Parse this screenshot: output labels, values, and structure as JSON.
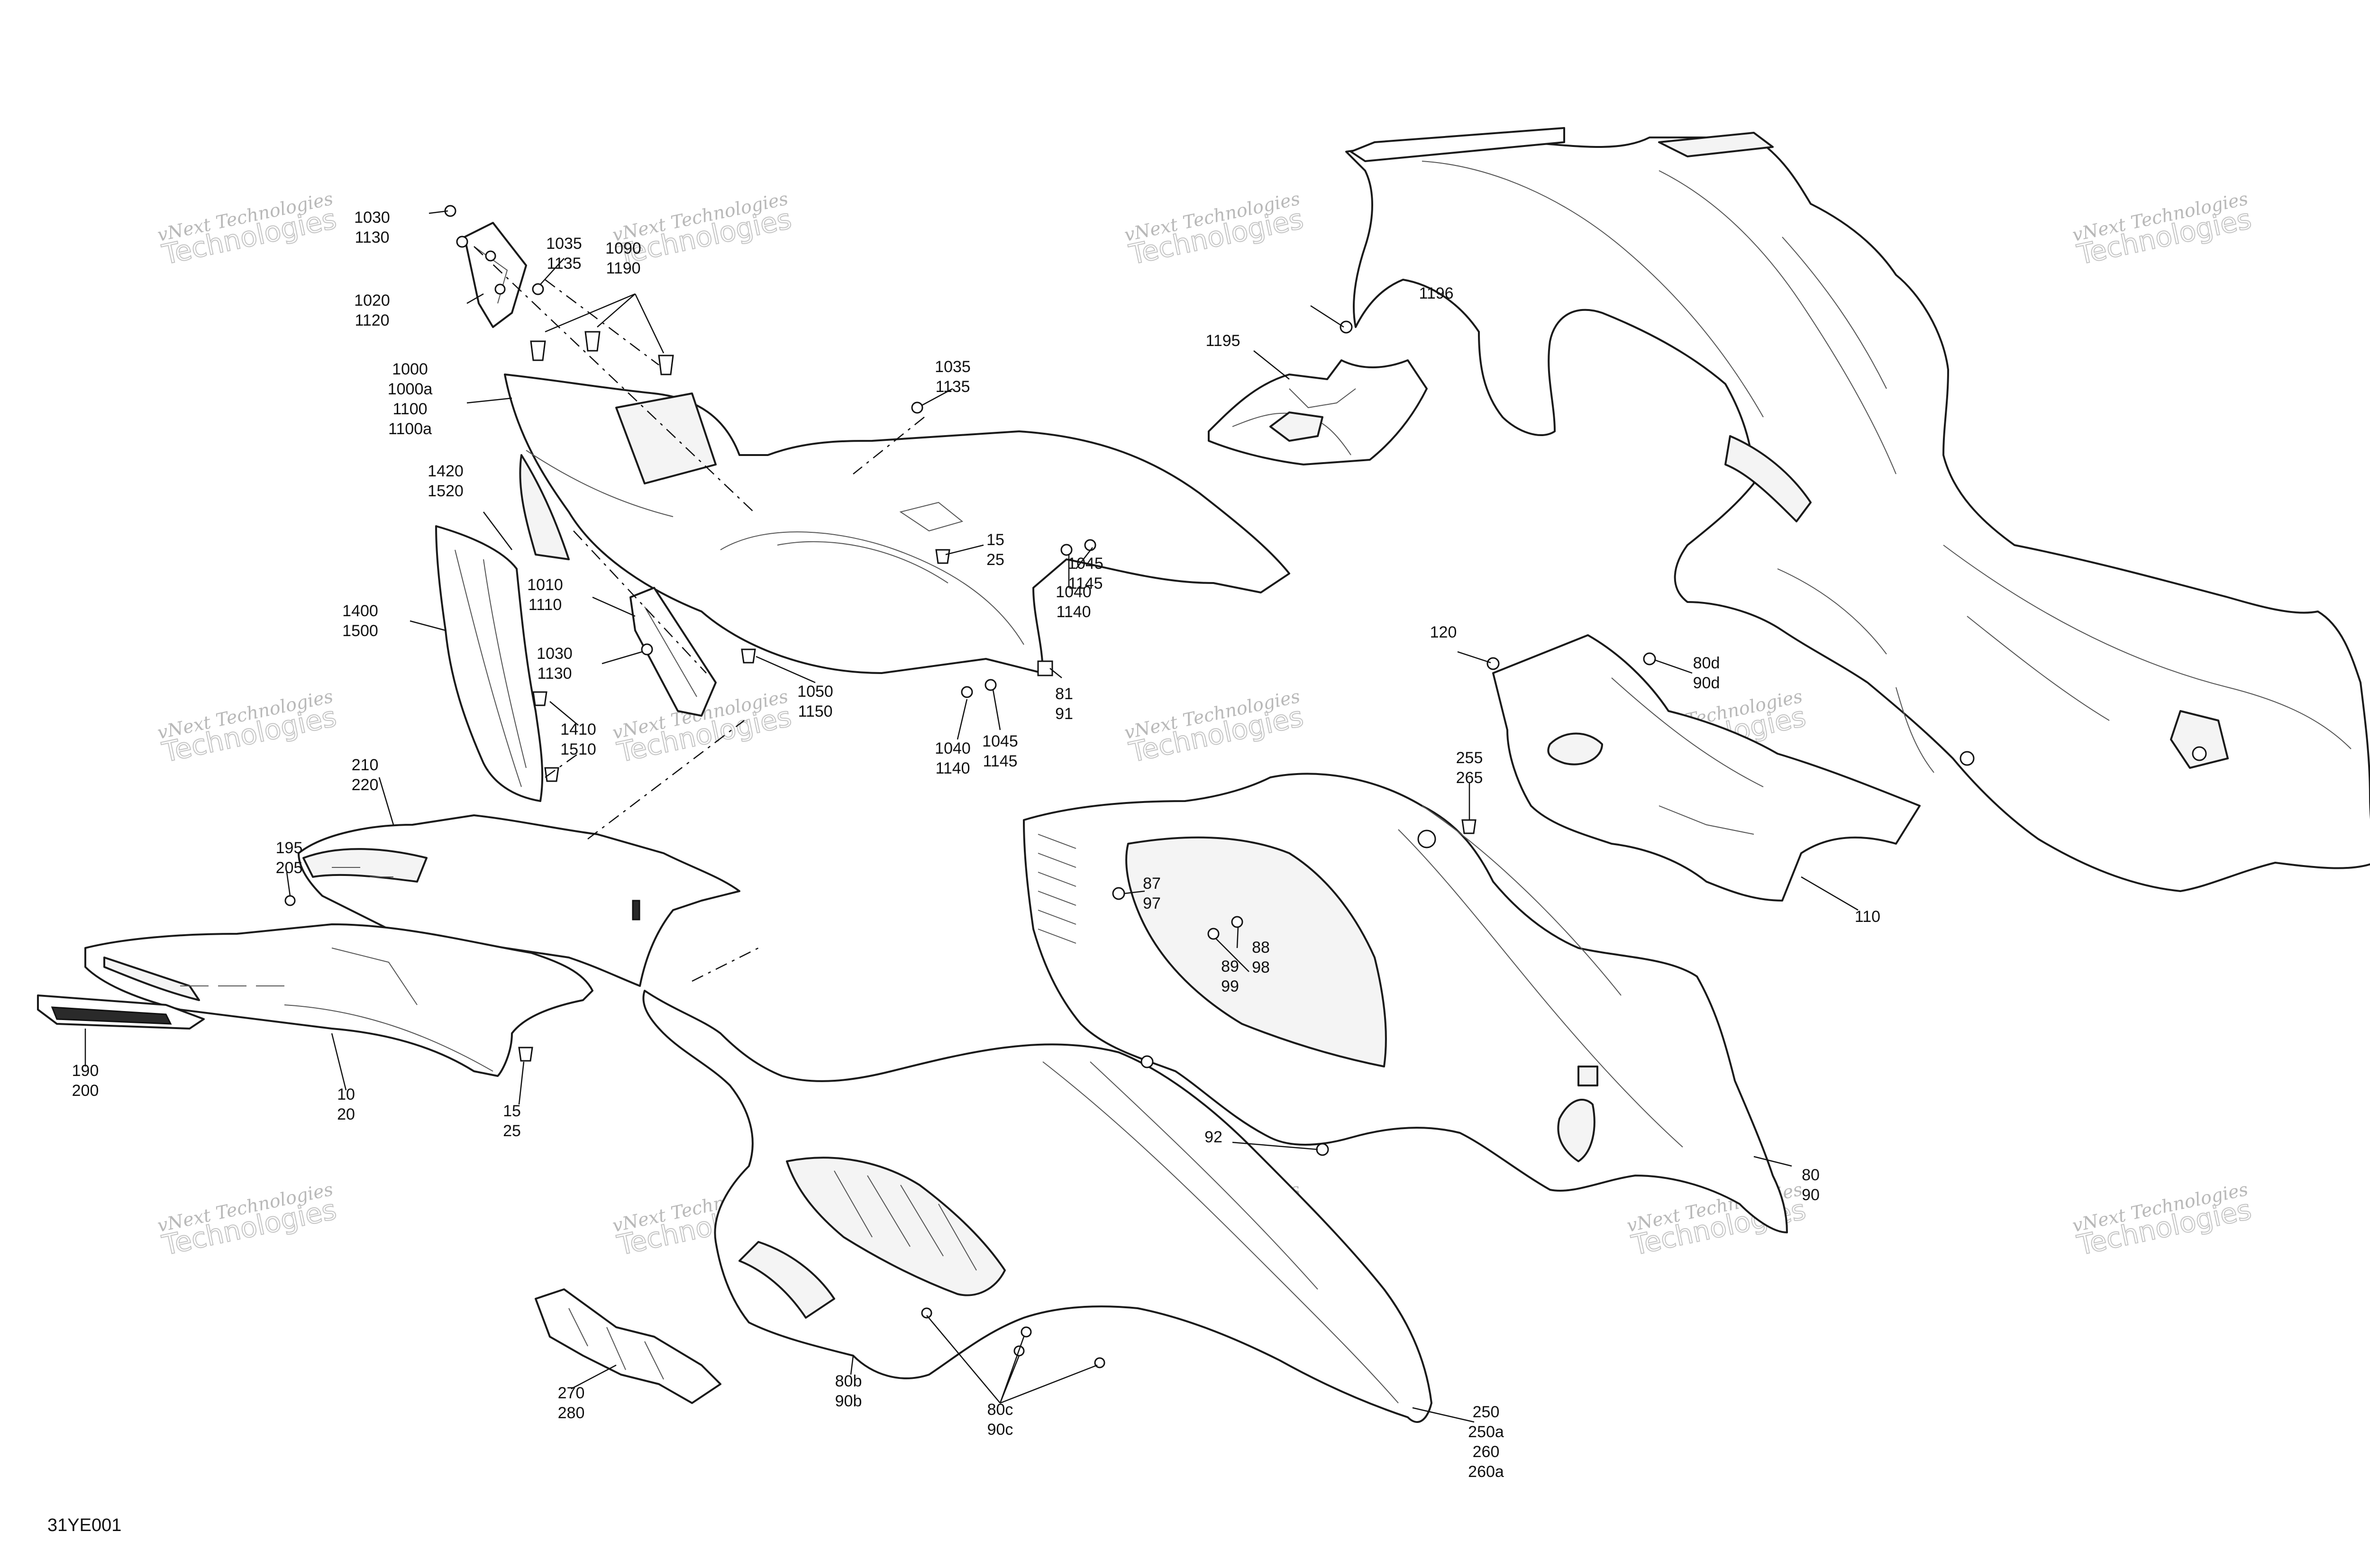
{
  "diagram_code": "31YE001",
  "watermark": {
    "line1": "vNext Technologies",
    "line2": "Technologies"
  },
  "callouts": [
    {
      "id": "c-1030-1130-top",
      "lines": [
        "1030",
        "1130"
      ]
    },
    {
      "id": "c-1035-1135-top",
      "lines": [
        "1035",
        "1135"
      ]
    },
    {
      "id": "c-1020-1120",
      "lines": [
        "1020",
        "1120"
      ]
    },
    {
      "id": "c-1090-1190",
      "lines": [
        "1090",
        "1190"
      ]
    },
    {
      "id": "c-1000",
      "lines": [
        "1000",
        "1000a",
        "1100",
        "1100a"
      ]
    },
    {
      "id": "c-1035-1135-mid",
      "lines": [
        "1035",
        "1135"
      ]
    },
    {
      "id": "c-1420-1520",
      "lines": [
        "1420",
        "1520"
      ]
    },
    {
      "id": "c-15-25-top",
      "lines": [
        "15",
        "25"
      ]
    },
    {
      "id": "c-1045-1145-top",
      "lines": [
        "1045",
        "1145"
      ]
    },
    {
      "id": "c-1040-1140-top",
      "lines": [
        "1040",
        "1140"
      ]
    },
    {
      "id": "c-1010-1110",
      "lines": [
        "1010",
        "1110"
      ]
    },
    {
      "id": "c-1400-1500",
      "lines": [
        "1400",
        "1500"
      ]
    },
    {
      "id": "c-1030-1130-mid",
      "lines": [
        "1030",
        "1130"
      ]
    },
    {
      "id": "c-1050-1150",
      "lines": [
        "1050",
        "1150"
      ]
    },
    {
      "id": "c-81-91",
      "lines": [
        "81",
        "91"
      ]
    },
    {
      "id": "c-1040-1140-low",
      "lines": [
        "1040",
        "1140"
      ]
    },
    {
      "id": "c-1045-1145-low",
      "lines": [
        "1045",
        "1145"
      ]
    },
    {
      "id": "c-1410-1510",
      "lines": [
        "1410",
        "1510"
      ]
    },
    {
      "id": "c-1196",
      "lines": [
        "1196"
      ]
    },
    {
      "id": "c-1195",
      "lines": [
        "1195"
      ]
    },
    {
      "id": "c-120",
      "lines": [
        "120"
      ]
    },
    {
      "id": "c-80d-90d",
      "lines": [
        "80d",
        "90d"
      ]
    },
    {
      "id": "c-255-265",
      "lines": [
        "255",
        "265"
      ]
    },
    {
      "id": "c-110",
      "lines": [
        "110"
      ]
    },
    {
      "id": "c-210-220",
      "lines": [
        "210",
        "220"
      ]
    },
    {
      "id": "c-195-205",
      "lines": [
        "195",
        "205"
      ]
    },
    {
      "id": "c-87-97",
      "lines": [
        "87",
        "97"
      ]
    },
    {
      "id": "c-88-98",
      "lines": [
        "88",
        "98"
      ]
    },
    {
      "id": "c-89-99",
      "lines": [
        "89",
        "99"
      ]
    },
    {
      "id": "c-190-200",
      "lines": [
        "190",
        "200"
      ]
    },
    {
      "id": "c-10-20",
      "lines": [
        "10",
        "20"
      ]
    },
    {
      "id": "c-15-25-low",
      "lines": [
        "15",
        "25"
      ]
    },
    {
      "id": "c-92",
      "lines": [
        "92"
      ]
    },
    {
      "id": "c-80-90",
      "lines": [
        "80",
        "90"
      ]
    },
    {
      "id": "c-270-280",
      "lines": [
        "270",
        "280"
      ]
    },
    {
      "id": "c-80b-90b",
      "lines": [
        "80b",
        "90b"
      ]
    },
    {
      "id": "c-80c-90c",
      "lines": [
        "80c",
        "90c"
      ]
    },
    {
      "id": "c-250",
      "lines": [
        "250",
        "250a",
        "260",
        "260a"
      ]
    }
  ]
}
